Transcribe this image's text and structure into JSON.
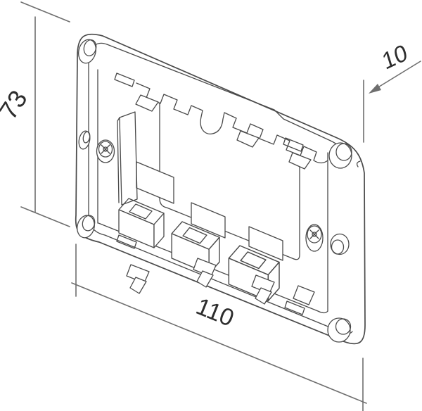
{
  "dimensions": {
    "height_label": "73",
    "width_label": "110",
    "depth_label": "10"
  },
  "style": {
    "background_color": "#ffffff",
    "part_line_color": "#4a4a4a",
    "dimension_line_color": "#6e6e6e",
    "dimension_text_color": "#2d2d2d"
  }
}
